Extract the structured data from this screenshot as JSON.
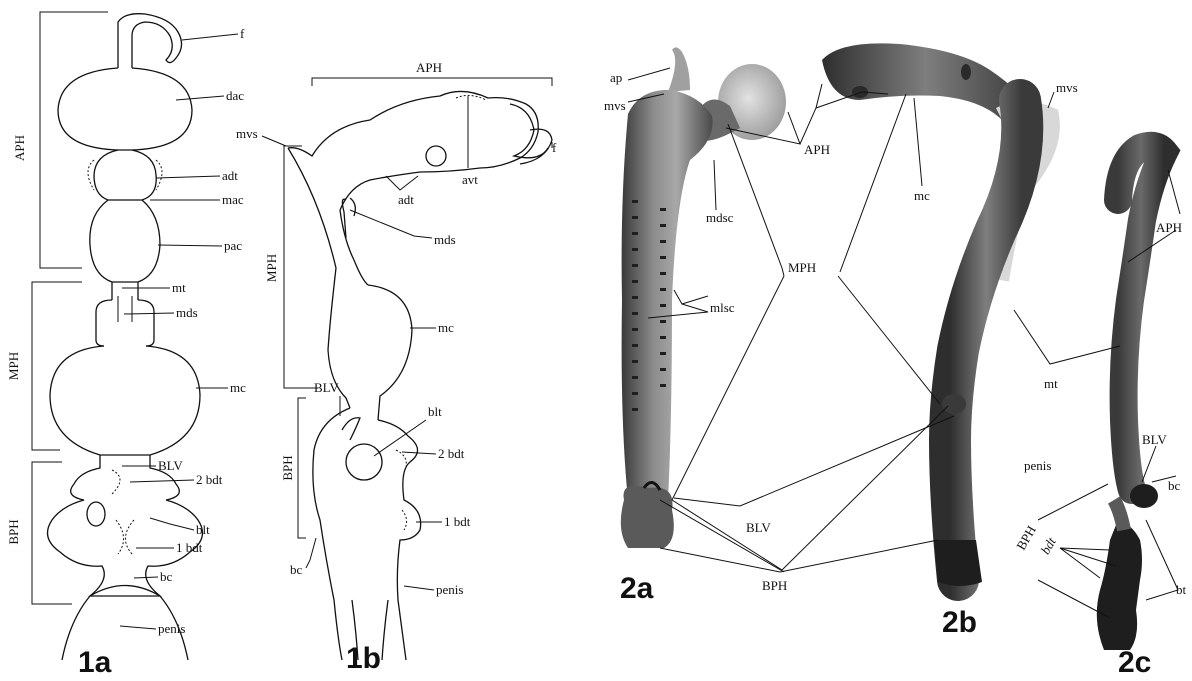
{
  "panels": {
    "p1a": "1a",
    "p1b": "1b",
    "p2a": "2a",
    "p2b": "2b",
    "p2c": "2c"
  },
  "fig1a": {
    "f": "f",
    "dac": "dac",
    "adt": "adt",
    "mac": "mac",
    "pac": "pac",
    "mt": "mt",
    "mds": "mds",
    "mc": "mc",
    "blv": "BLV",
    "bdt2": "2 bdt",
    "blt": "blt",
    "bdt1": "1 bdt",
    "bc": "bc",
    "penis": "penis",
    "aph": "APH",
    "mph": "MPH",
    "bph": "BPH"
  },
  "fig1b": {
    "aph": "APH",
    "mvs": "mvs",
    "avt": "avt",
    "f": "f",
    "adt": "adt",
    "mds": "mds",
    "mph": "MPH",
    "mc": "mc",
    "blv": "BLV",
    "blt": "blt",
    "bdt2": "2 bdt",
    "bph": "BPH",
    "bdt1": "1 bdt",
    "bc": "bc",
    "penis": "penis"
  },
  "fig2a": {
    "ap": "ap",
    "mvs": "mvs",
    "aph": "APH",
    "mdsc": "mdsc",
    "mlsc": "mlsc",
    "mph": "MPH",
    "blv": "BLV",
    "bph": "BPH"
  },
  "fig2b": {
    "mvs": "mvs",
    "mc": "mc",
    "penis": "penis"
  },
  "fig2c": {
    "aph": "APH",
    "mt": "mt",
    "blv": "BLV",
    "bc": "bc",
    "bph": "BPH",
    "bdt": "bdt",
    "bt": "bt"
  }
}
